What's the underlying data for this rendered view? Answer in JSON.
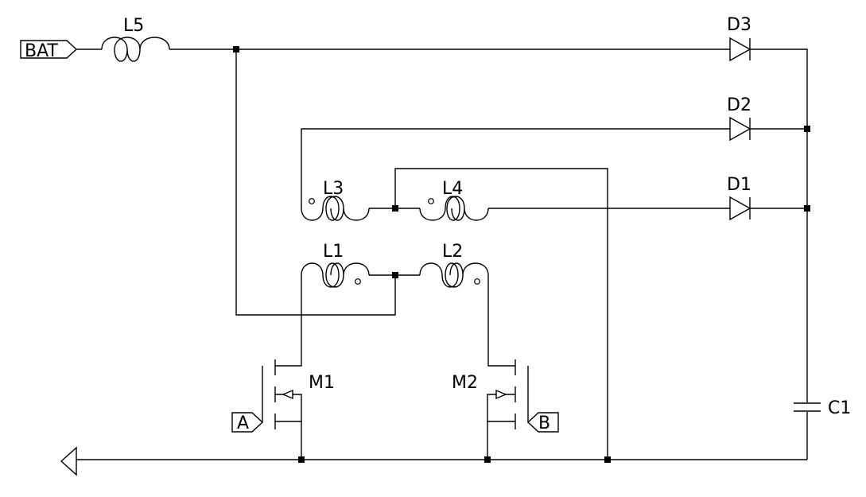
{
  "labels": {
    "bat": "BAT",
    "a": "A",
    "b": "B",
    "l1": "L1",
    "l2": "L2",
    "l3": "L3",
    "l4": "L4",
    "l5": "L5",
    "d1": "D1",
    "d2": "D2",
    "d3": "D3",
    "m1": "M1",
    "m2": "M2",
    "c1": "C1"
  }
}
